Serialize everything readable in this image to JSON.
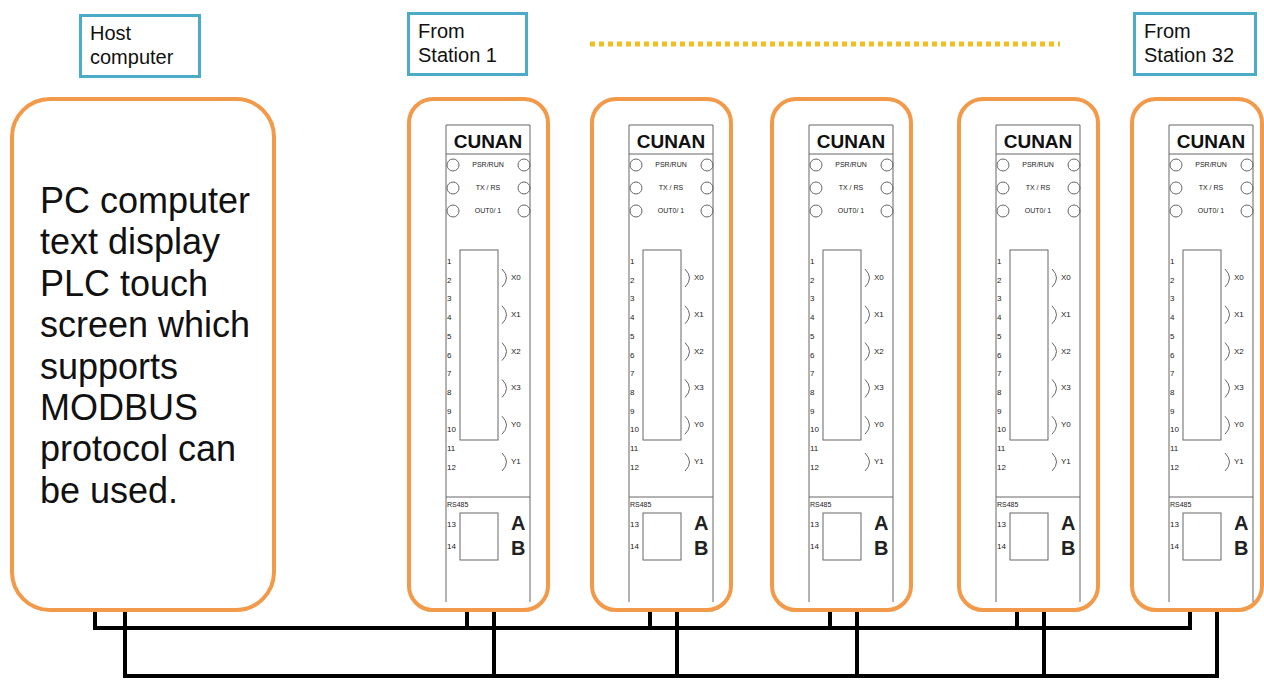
{
  "diagram": {
    "nodes": [
      {
        "text": [
          "Host computer"
        ]
      },
      {
        "text": [
          "From Station 1"
        ]
      },
      {
        "text": [
          "From Station 32"
        ]
      },
      {
        "text": [
          "PC computer text display PLC touch screen which supports MODBUS protocol can be used."
        ]
      },
      {
        "text": [
          "CUNAN",
          "PSR/RUN",
          "TX / RS",
          "OUT0/ 1",
          "1",
          "2",
          "3",
          "4",
          "5",
          "6",
          "7",
          "8",
          "9",
          "10",
          "11",
          "12",
          "X0",
          "X1",
          "X2",
          "X3",
          "Y0",
          "Y1",
          "RS485",
          "13",
          "14",
          "A",
          "B"
        ]
      },
      {
        "text": [
          "CUNAN",
          "PSR/RUN",
          "TX / RS",
          "OUT0/ 1",
          "1",
          "2",
          "3",
          "4",
          "5",
          "6",
          "7",
          "8",
          "9",
          "10",
          "11",
          "12",
          "X0",
          "X1",
          "X2",
          "X3",
          "Y0",
          "Y1",
          "RS485",
          "13",
          "14",
          "A",
          "B"
        ]
      },
      {
        "text": [
          "CUNAN",
          "PSR/RUN",
          "TX / RS",
          "OUT0/ 1",
          "1",
          "2",
          "3",
          "4",
          "5",
          "6",
          "7",
          "8",
          "9",
          "10",
          "11",
          "12",
          "X0",
          "X1",
          "X2",
          "X3",
          "Y0",
          "Y1",
          "RS485",
          "13",
          "14",
          "A",
          "B"
        ]
      },
      {
        "text": [
          "CUNAN",
          "PSR/RUN",
          "TX / RS",
          "OUT0/ 1",
          "1",
          "2",
          "3",
          "4",
          "5",
          "6",
          "7",
          "8",
          "9",
          "10",
          "11",
          "12",
          "X0",
          "X1",
          "X2",
          "X3",
          "Y0",
          "Y1",
          "RS485",
          "13",
          "14",
          "A",
          "B"
        ]
      },
      {
        "text": [
          "CUNAN",
          "PSR/RUN",
          "TX / RS",
          "OUT0/ 1",
          "1",
          "2",
          "3",
          "4",
          "5",
          "6",
          "7",
          "8",
          "9",
          "10",
          "11",
          "12",
          "X0",
          "X1",
          "X2",
          "X3",
          "Y0",
          "Y1",
          "RS485",
          "13",
          "14",
          "A",
          "B"
        ]
      }
    ],
    "edges": [
      {
        "from": 3,
        "to": 4,
        "arrow": "none"
      },
      {
        "from": 3,
        "to": 4,
        "arrow": "none"
      },
      {
        "from": 4,
        "to": 5,
        "arrow": "none"
      },
      {
        "from": 4,
        "to": 5,
        "arrow": "none"
      },
      {
        "from": 5,
        "to": 6,
        "arrow": "none"
      },
      {
        "from": 5,
        "to": 6,
        "arrow": "none"
      },
      {
        "from": 6,
        "to": 7,
        "arrow": "none"
      },
      {
        "from": 6,
        "to": 7,
        "arrow": "none"
      },
      {
        "from": 7,
        "to": 8,
        "arrow": "none"
      },
      {
        "from": 7,
        "to": 8,
        "arrow": "none"
      }
    ]
  }
}
